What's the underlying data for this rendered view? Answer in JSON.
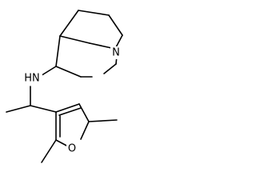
{
  "molecule": {
    "atom_labels": {
      "amine_n": "HN",
      "bridgehead_n": "N",
      "furan_o": "O"
    },
    "colors": {
      "bond": "#000000",
      "label": "#000000",
      "background": "#ffffff"
    }
  }
}
